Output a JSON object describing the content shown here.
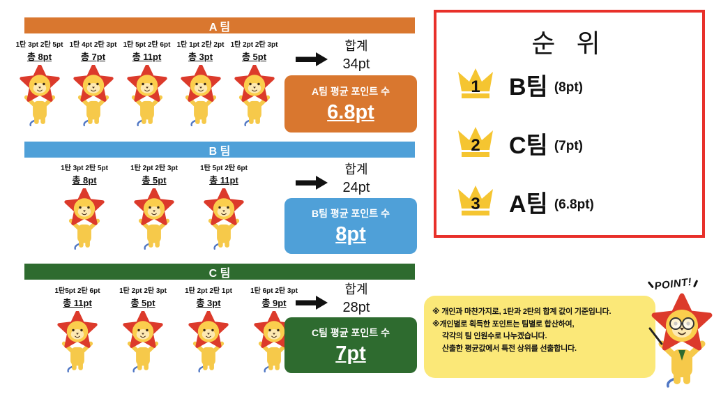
{
  "teams": [
    {
      "header": "A 팀",
      "sum_label": "합계",
      "sum_value": "34pt",
      "avg_label": "A팀 평균 포인트 수",
      "avg_value": "6.8pt",
      "members": [
        {
          "line1": "1탄 3pt 2탄 5pt",
          "total": "총 8pt"
        },
        {
          "line1": "1탄 4pt 2탄 3pt",
          "total": "총 7pt"
        },
        {
          "line1": "1탄 5pt 2탄 6pt",
          "total": "총 11pt"
        },
        {
          "line1": "1탄 1pt 2탄 2pt",
          "total": "총 3pt"
        },
        {
          "line1": "1탄 2pt 2탄 3pt",
          "total": "총 5pt"
        }
      ]
    },
    {
      "header": "B 팀",
      "sum_label": "합계",
      "sum_value": "24pt",
      "avg_label": "B팀 평균 포인트 수",
      "avg_value": "8pt",
      "members": [
        {
          "line1": "1탄 3pt 2탄 5pt",
          "total": "총 8pt"
        },
        {
          "line1": "1탄 2pt 2탄 3pt",
          "total": "총 5pt"
        },
        {
          "line1": "1탄 5pt 2탄 6pt",
          "total": "총 11pt"
        }
      ]
    },
    {
      "header": "C 팀",
      "sum_label": "합계",
      "sum_value": "28pt",
      "avg_label": "C팀 평균 포인트 수",
      "avg_value": "7pt",
      "members": [
        {
          "line1": "1탄5pt 2탄 6pt",
          "total": "총 11pt"
        },
        {
          "line1": "1탄 2pt 2탄 3pt",
          "total": "총 5pt"
        },
        {
          "line1": "1탄 2pt 2탄 1pt",
          "total": "총 3pt"
        },
        {
          "line1": "1탄 6pt 2탄 3pt",
          "total": "총 9pt"
        }
      ]
    }
  ],
  "ranking": {
    "title": "순 위",
    "items": [
      {
        "rank": "1",
        "team": "B팀",
        "points": "(8pt)"
      },
      {
        "rank": "2",
        "team": "C팀",
        "points": "(7pt)"
      },
      {
        "rank": "3",
        "team": "A팀",
        "points": "(6.8pt)"
      }
    ]
  },
  "note": {
    "point_label": "POINT!",
    "line1": "※ 개인과 마찬가지로, 1탄과 2탄의 합계 값이 기준입니다.",
    "line2": "※개인별로 획득한 포인트는 팀별로 합산하여,",
    "line3": "각각의 팀 인원수로 나누겠습니다.",
    "line4": "산출한 평균값에서 특전 상위를 선출합니다."
  },
  "colors": {
    "team_a": "#D9772F",
    "team_b": "#4FA0D8",
    "team_c": "#2E6B2F",
    "ranking_border": "#E8302A",
    "note_bg": "#FBE878",
    "crown": "#F5C531",
    "mascot_star": "#DC3A2B",
    "mascot_body": "#F6C94A"
  }
}
